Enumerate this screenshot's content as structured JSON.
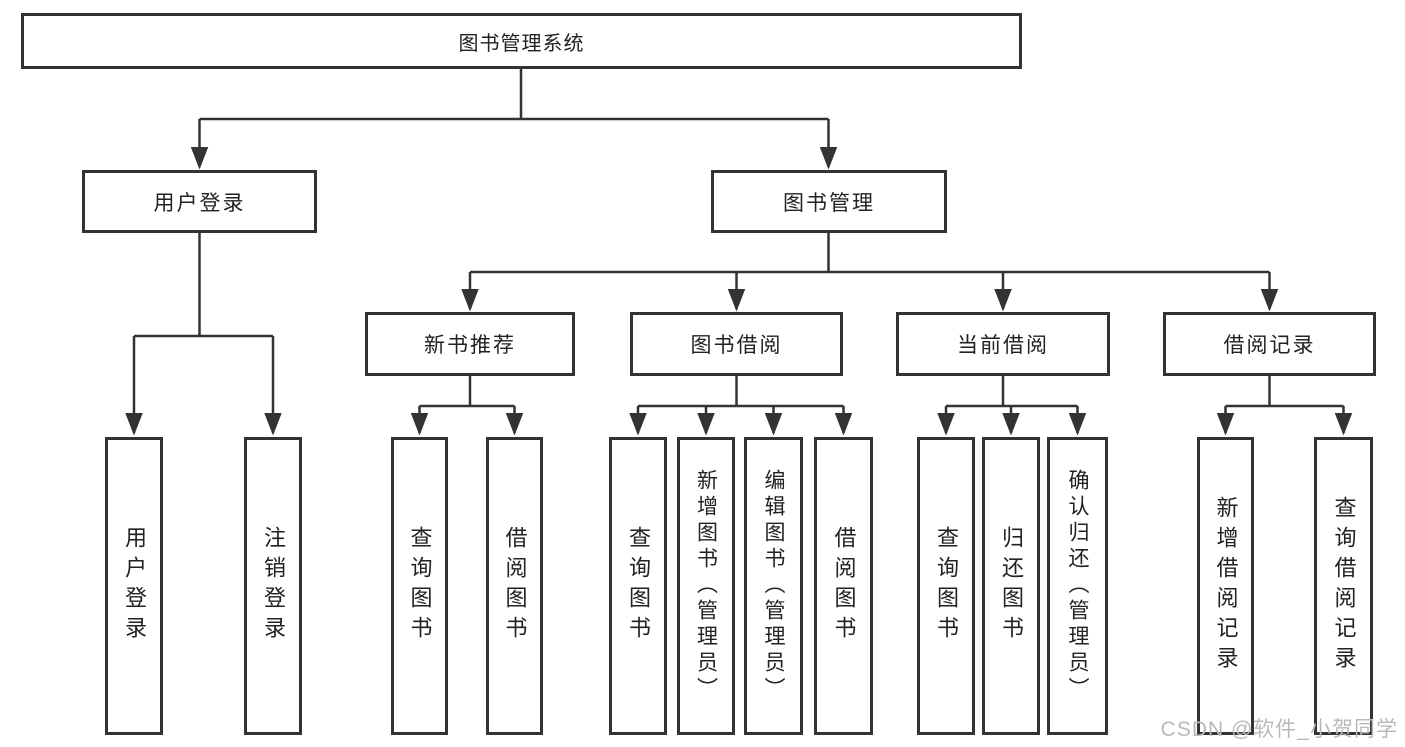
{
  "diagram": {
    "root": {
      "label": "图书管理系统"
    },
    "level2": [
      {
        "label": "用户登录",
        "parent": "图书管理系统"
      },
      {
        "label": "图书管理",
        "parent": "图书管理系统"
      }
    ],
    "level3": [
      {
        "label": "新书推荐",
        "parent": "图书管理"
      },
      {
        "label": "图书借阅",
        "parent": "图书管理"
      },
      {
        "label": "当前借阅",
        "parent": "图书管理"
      },
      {
        "label": "借阅记录",
        "parent": "图书管理"
      }
    ],
    "leaves": [
      {
        "label": "用户登录",
        "parent": "用户登录"
      },
      {
        "label": "注销登录",
        "parent": "用户登录"
      },
      {
        "label": "查询图书",
        "parent": "新书推荐"
      },
      {
        "label": "借阅图书",
        "parent": "新书推荐"
      },
      {
        "label": "查询图书",
        "parent": "图书借阅"
      },
      {
        "label": "新增图书（管理员）",
        "parent": "图书借阅"
      },
      {
        "label": "编辑图书（管理员）",
        "parent": "图书借阅"
      },
      {
        "label": "借阅图书",
        "parent": "图书借阅"
      },
      {
        "label": "查询图书",
        "parent": "当前借阅"
      },
      {
        "label": "归还图书",
        "parent": "当前借阅"
      },
      {
        "label": "确认归还（管理员）",
        "parent": "当前借阅"
      },
      {
        "label": "新增借阅记录",
        "parent": "借阅记录"
      },
      {
        "label": "查询借阅记录",
        "parent": "借阅记录"
      }
    ]
  },
  "watermark": "CSDN @软件_小贺同学",
  "colors": {
    "line": "#333333",
    "box_border": "#333333",
    "text": "#222222",
    "watermark": "#b9b9b9",
    "background": "#ffffff"
  }
}
